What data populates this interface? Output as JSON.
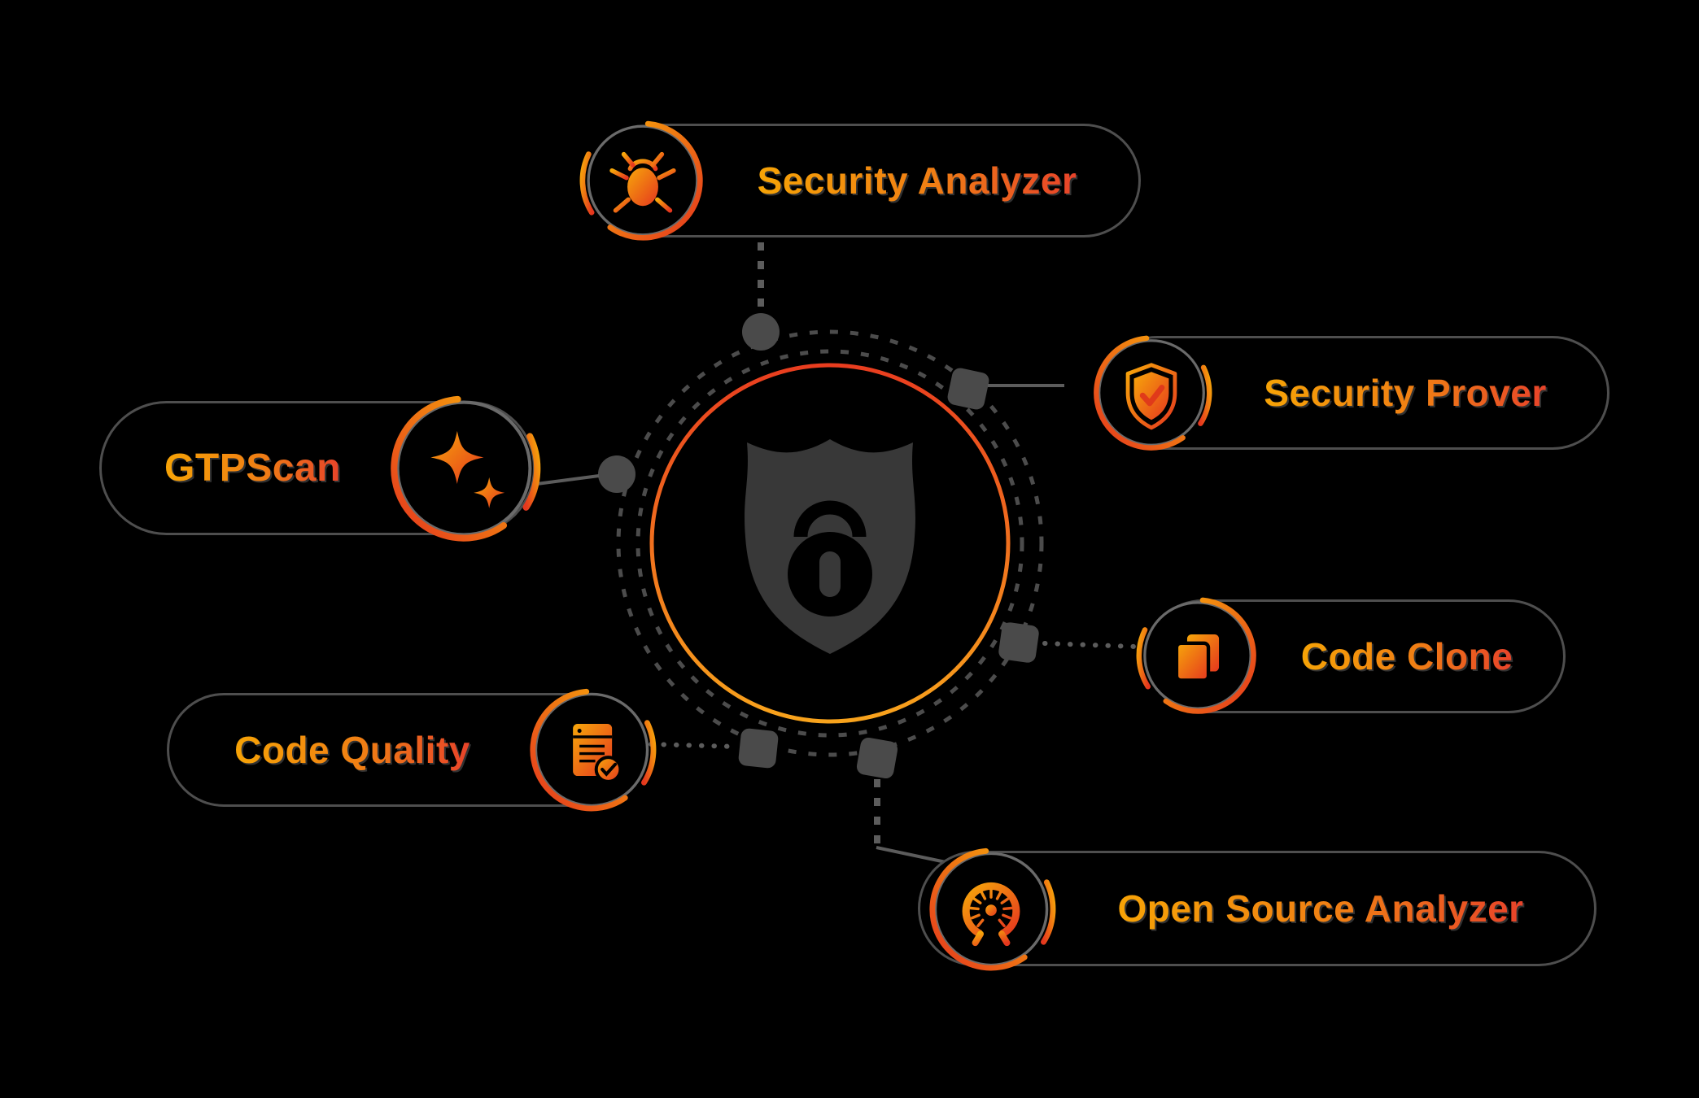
{
  "diagram": {
    "type": "hub-and-spoke security tools diagram",
    "background_color": "#000000",
    "accent_gradient": [
      "#F6A306",
      "#E8371F"
    ],
    "ring_color": "#4c4c4c",
    "center": {
      "icon": "shield-lock-icon",
      "description": "shield badge with padlock inside concentric dashed rings and an orange gradient ring"
    },
    "nodes": [
      {
        "id": "security-analyzer",
        "label": "Security Analyzer",
        "icon": "bug-icon",
        "icon_side": "left",
        "connector": "dashed-vertical"
      },
      {
        "id": "security-prover",
        "label": "Security Prover",
        "icon": "shield-check-icon",
        "icon_side": "left",
        "connector": "solid-line"
      },
      {
        "id": "gtpscan",
        "label": "GTPScan",
        "icon": "sparkles-icon",
        "icon_side": "right",
        "connector": "solid-line"
      },
      {
        "id": "code-clone",
        "label": "Code Clone",
        "icon": "copy-icon",
        "icon_side": "left",
        "connector": "dotted-line"
      },
      {
        "id": "code-quality",
        "label": "Code Quality",
        "icon": "document-check-icon",
        "icon_side": "right",
        "connector": "dotted-line"
      },
      {
        "id": "open-source-analyzer",
        "label": "Open Source Analyzer",
        "icon": "open-source-icon",
        "icon_side": "left",
        "connector": "dashed-elbow"
      }
    ]
  }
}
